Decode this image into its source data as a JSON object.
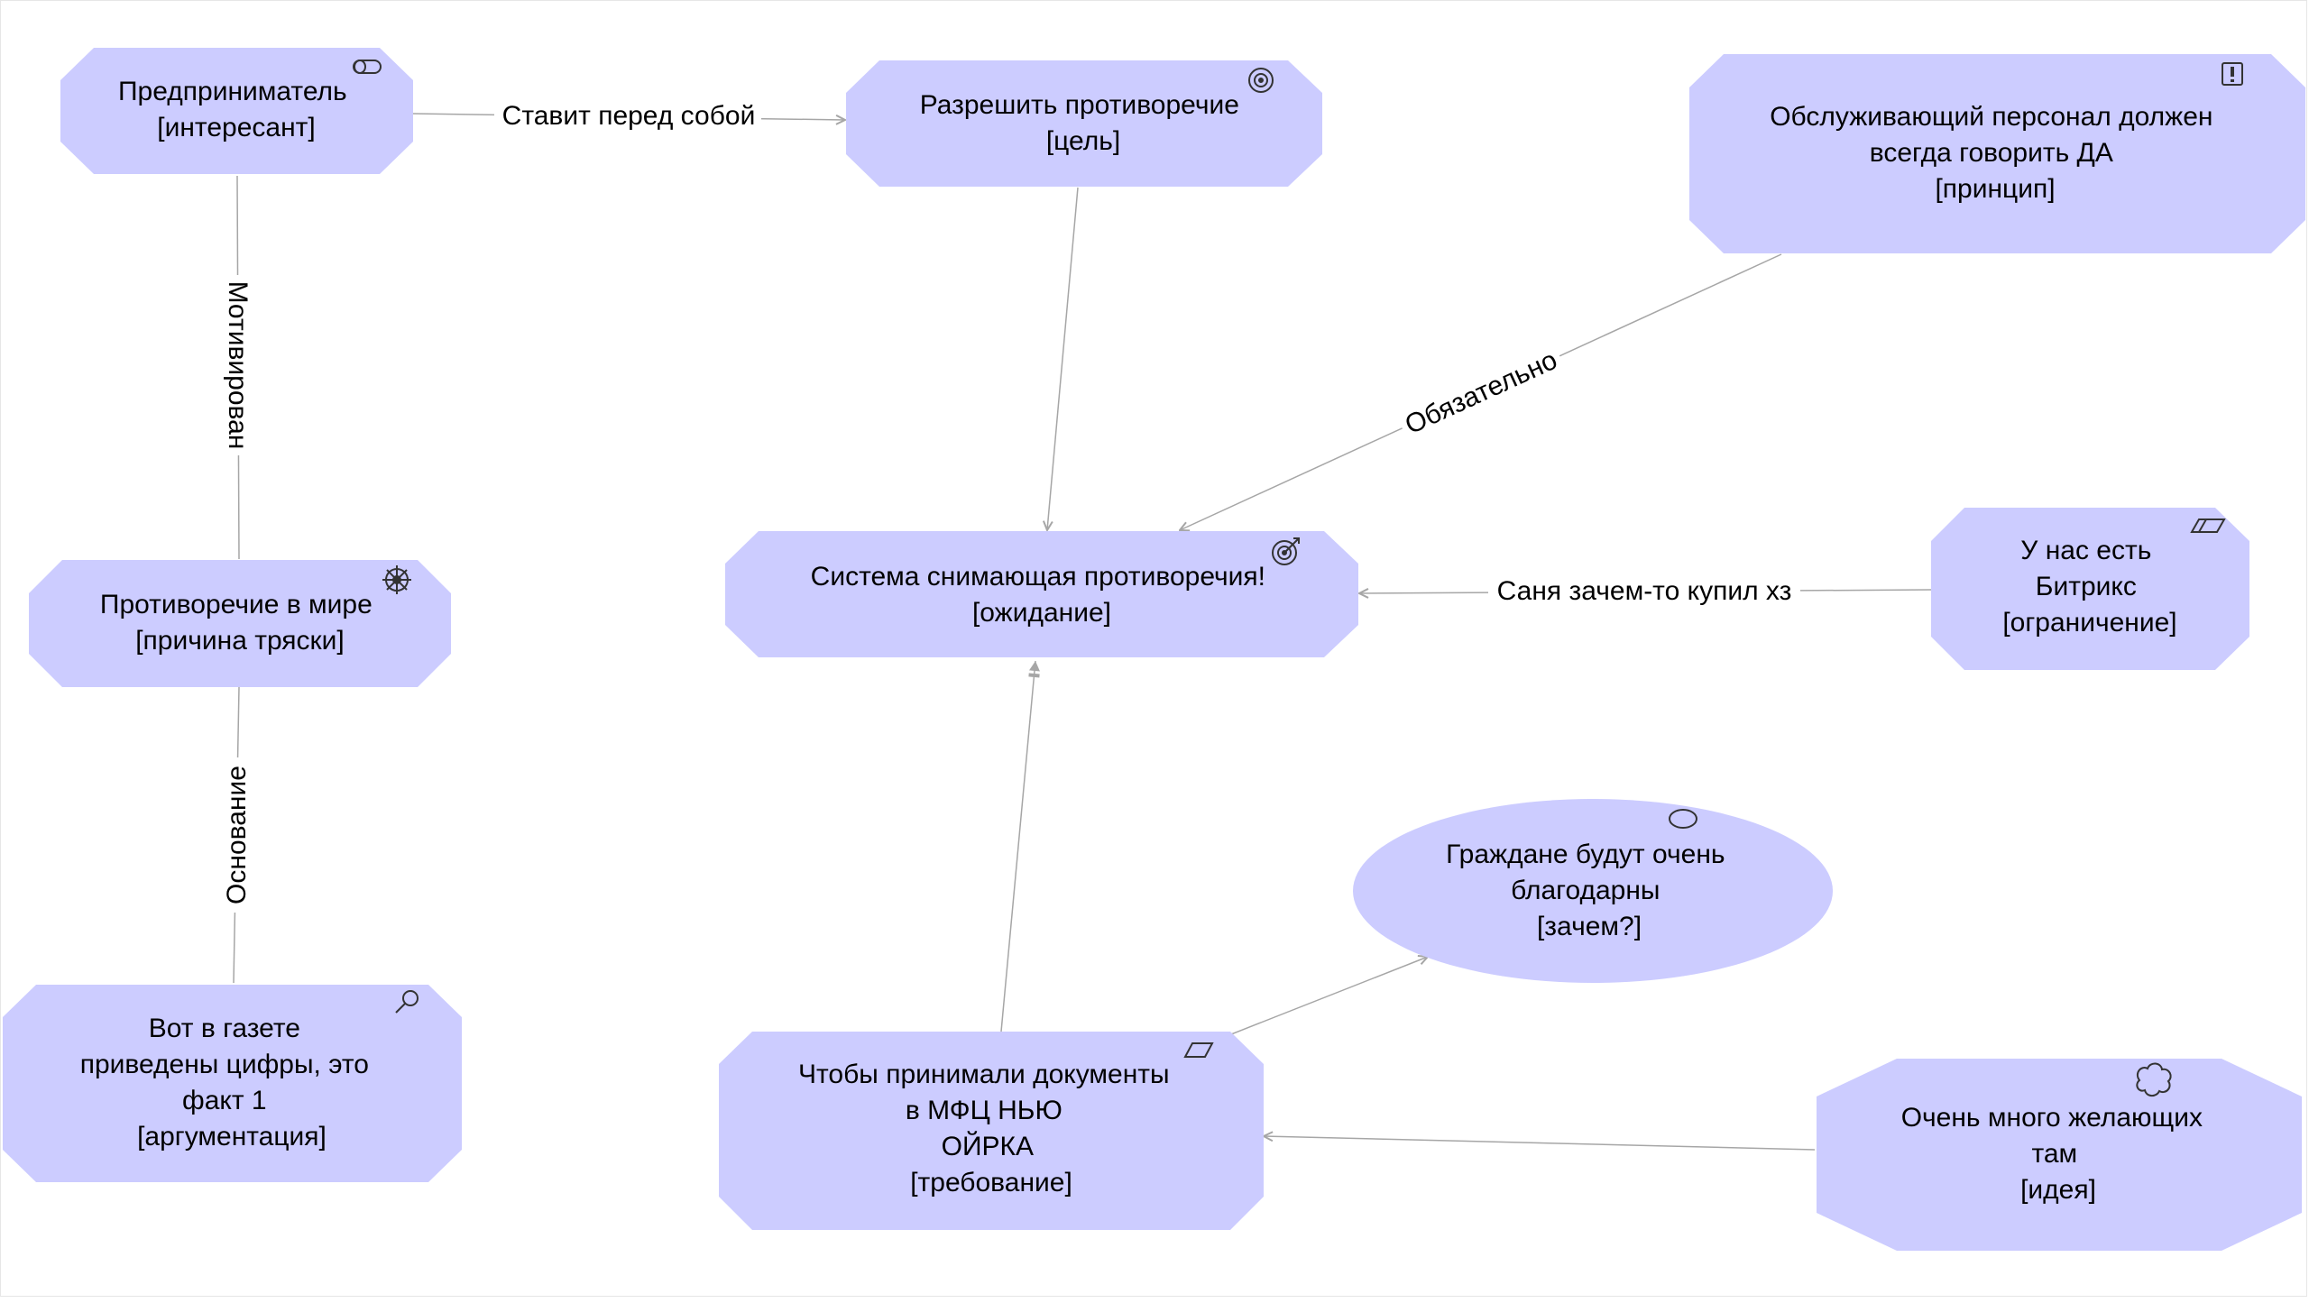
{
  "diagram": {
    "colors": {
      "node_fill": "#ccccff",
      "edge": "#a6a6a6",
      "text": "#000000",
      "icon": "#333333",
      "background": "#ffffff"
    },
    "nodes": [
      {
        "id": "entrepreneur",
        "lines": [
          "Предприниматель",
          "[интересант]"
        ],
        "icon": "stakeholder-icon"
      },
      {
        "id": "resolve",
        "lines": [
          "Разрешить противоречие",
          "[цель]"
        ],
        "icon": "goal-icon"
      },
      {
        "id": "staff",
        "lines": [
          "Обслуживающий персонал должен",
          "всегда говорить ДА",
          "[принцип]"
        ],
        "icon": "principle-icon"
      },
      {
        "id": "contradiction",
        "lines": [
          "Противоречие в мире",
          "[причина тряски]"
        ],
        "icon": "driver-icon"
      },
      {
        "id": "system",
        "lines": [
          "Система снимающая противоречия!",
          "[ожидание]"
        ],
        "icon": "outcome-icon"
      },
      {
        "id": "bitrix",
        "lines": [
          "У нас есть",
          "Битрикс",
          "[ограничение]"
        ],
        "icon": "constraint-icon"
      },
      {
        "id": "citizens",
        "lines": [
          "Граждане будут очень",
          "благодарны",
          "[зачем?]"
        ],
        "icon": "value-icon"
      },
      {
        "id": "newspaper",
        "lines": [
          "Вот в газете",
          "приведены цифры, это",
          "факт 1",
          "[аргументация]"
        ],
        "icon": "assessment-icon"
      },
      {
        "id": "mfc",
        "lines": [
          "Чтобы принимали документы",
          "в МФЦ НЬЮ",
          "ОЙРКА",
          "[требование]"
        ],
        "icon": "requirement-icon"
      },
      {
        "id": "idea",
        "lines": [
          "Очень много желающих",
          "там",
          "[идея]"
        ],
        "icon": "meaning-icon"
      }
    ],
    "edges": [
      {
        "id": "e1",
        "from": "entrepreneur",
        "to": "resolve",
        "label": "Ставит перед собой"
      },
      {
        "id": "e2",
        "from": "entrepreneur",
        "to": "contradiction",
        "label": "Мотивирован"
      },
      {
        "id": "e3",
        "from": "contradiction",
        "to": "newspaper",
        "label": "Основание"
      },
      {
        "id": "e4",
        "from": "resolve",
        "to": "system",
        "label": ""
      },
      {
        "id": "e5",
        "from": "staff",
        "to": "system",
        "label": "Обязательно"
      },
      {
        "id": "e6",
        "from": "bitrix",
        "to": "system",
        "label": "Саня зачем-то купил хз"
      },
      {
        "id": "e7",
        "from": "mfc",
        "to": "system",
        "label": ""
      },
      {
        "id": "e8",
        "from": "mfc",
        "to": "citizens",
        "label": ""
      },
      {
        "id": "e9",
        "from": "idea",
        "to": "mfc",
        "label": ""
      }
    ]
  }
}
